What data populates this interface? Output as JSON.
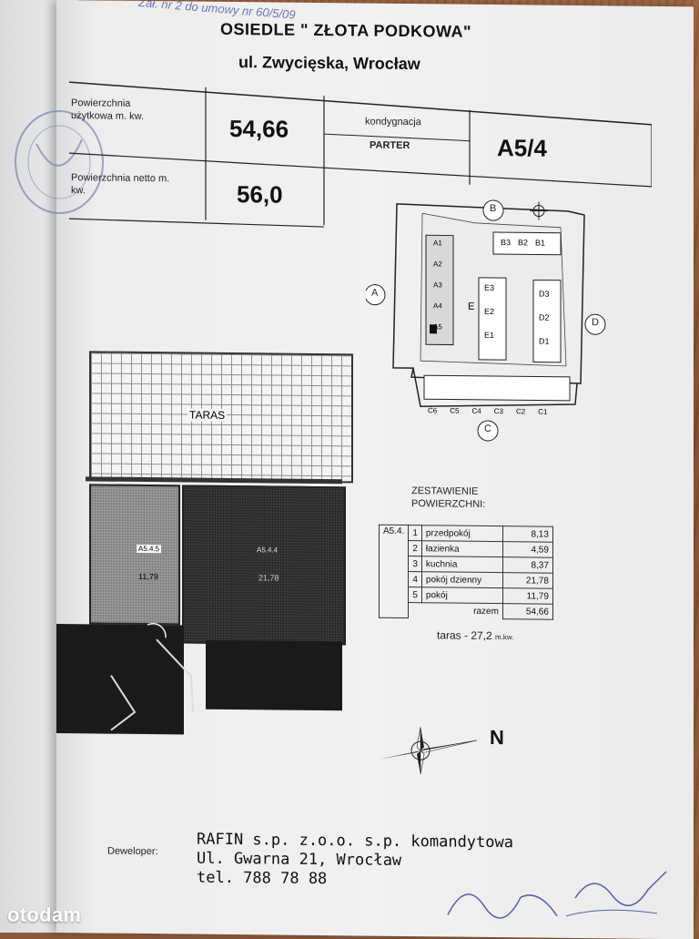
{
  "handwritten_note": "Zał. nr 2 do umowy nr 60/5/09",
  "header": {
    "title": "OSIEDLE  \" ZŁOTA PODKOWA\"",
    "address": "ul. Zwycięska,  Wrocław"
  },
  "areas": {
    "usable_label": "Powierzchnia użytkowa m. kw.",
    "usable_value": "54,66",
    "net_label": "Powierzchnia netto m. kw.",
    "net_value": "56,0",
    "storey_label": "kondygnacja",
    "storey_value": "PARTER",
    "unit_code": "A5/4"
  },
  "site_plan": {
    "side_labels": [
      "A",
      "B",
      "C",
      "D"
    ],
    "buildings_b": [
      "B3",
      "B2",
      "B1"
    ],
    "buildings_a": [
      "A1",
      "A2",
      "A3",
      "A4",
      "A5"
    ],
    "buildings_e": [
      "E3",
      "E2",
      "E1"
    ],
    "buildings_d": [
      "D3",
      "D2",
      "D1"
    ],
    "buildings_c": [
      "C6",
      "C5",
      "C4",
      "C3",
      "C2",
      "C1"
    ],
    "letter_e": "E"
  },
  "floor_plan": {
    "terrace_label": "TARAS",
    "room1_code": "A5.4.5",
    "room1_area": "11,79",
    "room2_code": "A5.4.4",
    "room2_area": "21,78"
  },
  "summary": {
    "title_line1": "ZESTAWIENIE",
    "title_line2": "POWIERZCHNI:",
    "unit": "A5.4.",
    "rows": [
      {
        "no": "1",
        "name": "przedpokój",
        "area": "8,13"
      },
      {
        "no": "2",
        "name": "łazienka",
        "area": "4,59"
      },
      {
        "no": "3",
        "name": "kuchnia",
        "area": "8,37"
      },
      {
        "no": "4",
        "name": "pokój dzienny",
        "area": "21,78"
      },
      {
        "no": "5",
        "name": "pokój",
        "area": "11,79"
      }
    ],
    "total_label": "razem",
    "total_value": "54,66",
    "terrace_line": "taras - 27,2",
    "terrace_unit": "m.kw."
  },
  "compass": {
    "north": "N"
  },
  "developer": {
    "label": "Deweloper:",
    "name": "RAFIN s.p. z.o.o. s.p. komandytowa",
    "street": "Ul. Gwarna 21, Wrocław",
    "phone": "tel. 788 78 88"
  },
  "watermark": "otodam"
}
